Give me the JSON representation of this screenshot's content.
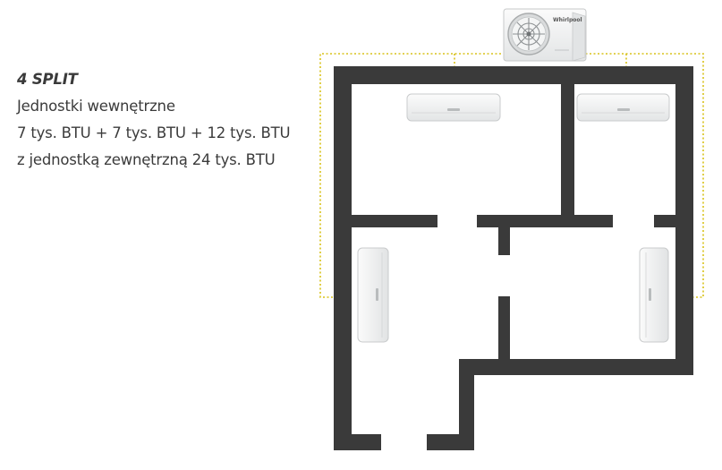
{
  "caption": {
    "title": "4 SPLIT",
    "line1": "Jednostki wewnętrzne",
    "line2": "7 tys. BTU + 7 tys. BTU + 12 tys. BTU",
    "line3": "z jednostką zewnętrzną 24 tys. BTU"
  },
  "outdoor_unit": {
    "brand": "Whirlpool"
  },
  "colors": {
    "wall": "#3a3a3a",
    "pipe": "#d8c21a",
    "unit_body": "#f1f2f2",
    "unit_edge": "#c9cbcc",
    "text": "#3b3b3b"
  },
  "icons": {
    "outdoor_unit": "outdoor-ac-unit-icon",
    "indoor_unit": "wall-mounted-ac-unit-icon"
  }
}
